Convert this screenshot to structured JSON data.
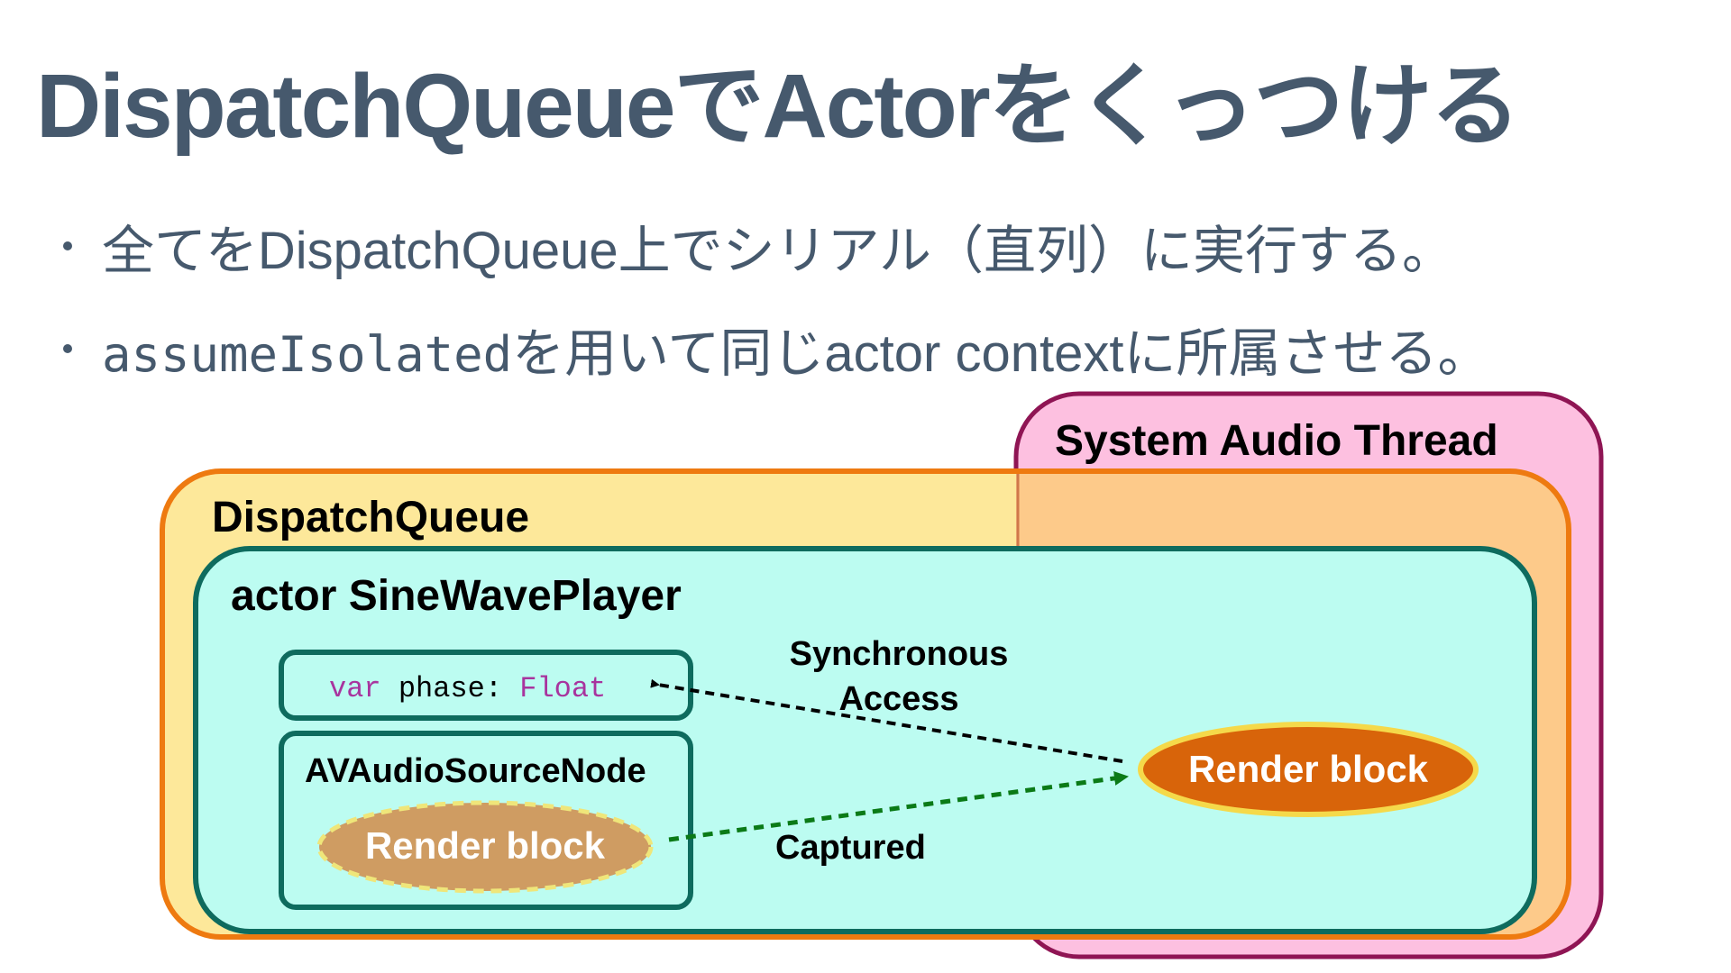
{
  "slide": {
    "title": "DispatchQueueでActorをくっつける",
    "bullets": [
      {
        "parts": [
          {
            "text": "全てをDispatchQueue上でシリアル（直列）に実行する。",
            "style": "text"
          }
        ]
      },
      {
        "parts": [
          {
            "text": "assumeIsolated",
            "style": "code"
          },
          {
            "text": " を用いて同じactor contextに所属させる。",
            "style": "text"
          }
        ]
      }
    ]
  },
  "diagram": {
    "system_audio_thread": {
      "label": "System Audio Thread",
      "fill": "#fdc0e0",
      "stroke": "#8f1554"
    },
    "dispatch_queue": {
      "label": "DispatchQueue",
      "fill": "#fde89a",
      "overlap_fill": "#fdca8a",
      "stroke": "#ee7a10"
    },
    "actor": {
      "label": "actor SineWavePlayer",
      "fill": "#bcfcf1",
      "stroke": "#0e6b5e"
    },
    "property": {
      "keyword": "var",
      "name": " phase: ",
      "type": "Float",
      "keyword_color": "#a8349e"
    },
    "source_node": {
      "label": "AVAudioSourceNode",
      "render_block": {
        "label": "Render block",
        "fill": "#cf9c62",
        "stroke": "#efe67a"
      }
    },
    "audio_thread_render_block": {
      "label": "Render block",
      "fill": "#d8640a",
      "stroke": "#f5d94a"
    },
    "arrows": {
      "sync_access": {
        "label_line1": "Synchronous",
        "label_line2": "Access",
        "color": "#000000"
      },
      "captured": {
        "label": "Captured",
        "color": "#0b7a17"
      }
    }
  }
}
